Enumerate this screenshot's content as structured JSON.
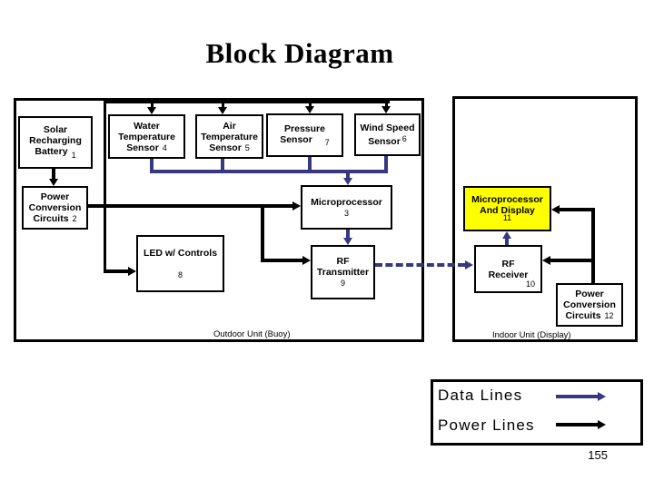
{
  "title": "Block Diagram",
  "page_number": "155",
  "colors": {
    "data_line_blue": "#383880",
    "power_line_black": "#000000",
    "highlight_yellow": "#FFFF00"
  },
  "legend": {
    "data_lines_label": "Data Lines",
    "power_lines_label": "Power Lines"
  },
  "outdoor_unit": {
    "caption": "Outdoor Unit (Buoy)",
    "blocks": {
      "battery": {
        "line1": "Solar",
        "line2": "Recharging",
        "line3": "Battery",
        "number": "1"
      },
      "power_conversion": {
        "line1": "Power",
        "line2": "Conversion",
        "line3": "Circuits",
        "number": "2"
      },
      "water_sensor": {
        "line1": "Water",
        "line2": "Temperature",
        "line3": "Sensor",
        "number": "4"
      },
      "air_sensor": {
        "line1": "Air",
        "line2": "Temperature",
        "line3": "Sensor",
        "number": "5"
      },
      "pressure_sensor": {
        "line1": "Pressure",
        "line2": "Sensor",
        "number": "7"
      },
      "wind_sensor": {
        "line1": "Wind Speed",
        "line2": "Sensor",
        "number": "6"
      },
      "microprocessor": {
        "line1": "Microprocessor",
        "number": "3"
      },
      "led_controls": {
        "line1": "LED w/ Controls",
        "number": "8"
      },
      "rf_transmitter": {
        "line1": "RF",
        "line2": "Transmitter",
        "number": "9"
      }
    }
  },
  "indoor_unit": {
    "caption": "Indoor Unit (Display)",
    "blocks": {
      "micro_display": {
        "line1": "Microprocessor",
        "line2": "And Display",
        "number": "11"
      },
      "rf_receiver": {
        "line1": "RF",
        "line2": "Receiver",
        "number": "10"
      },
      "power_conversion": {
        "line1": "Power",
        "line2": "Conversion",
        "line3": "Circuits",
        "number": "12"
      }
    }
  }
}
